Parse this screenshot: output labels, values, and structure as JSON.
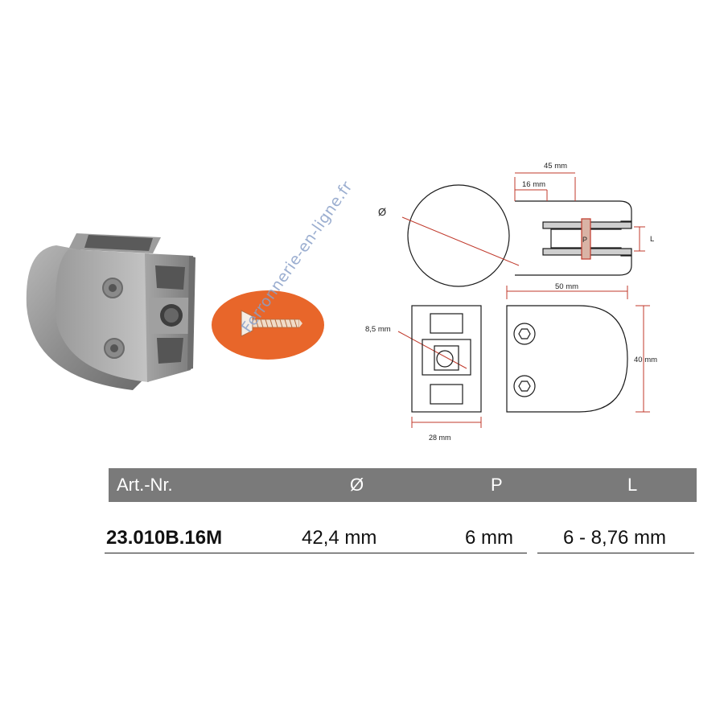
{
  "drawing": {
    "dim_45": "45 mm",
    "dim_16": "16 mm",
    "dim_diameter": "Ø",
    "dim_p": "P",
    "dim_l": "L",
    "dim_50": "50 mm",
    "dim_8_5": "8,5 mm",
    "dim_40": "40 mm",
    "dim_28": "28 mm"
  },
  "watermark": "Ferronnerie-en-ligne.fr",
  "table": {
    "headers": [
      "Art.-Nr.",
      "Ø",
      "P",
      "L"
    ],
    "row": [
      "23.010B.16M",
      "42,4 mm",
      "6 mm",
      "6 - 8,76 mm"
    ]
  },
  "colors": {
    "dimension_red": "#c0392b",
    "badge_orange": "#e8662a",
    "header_gray": "#7a7a7a"
  }
}
